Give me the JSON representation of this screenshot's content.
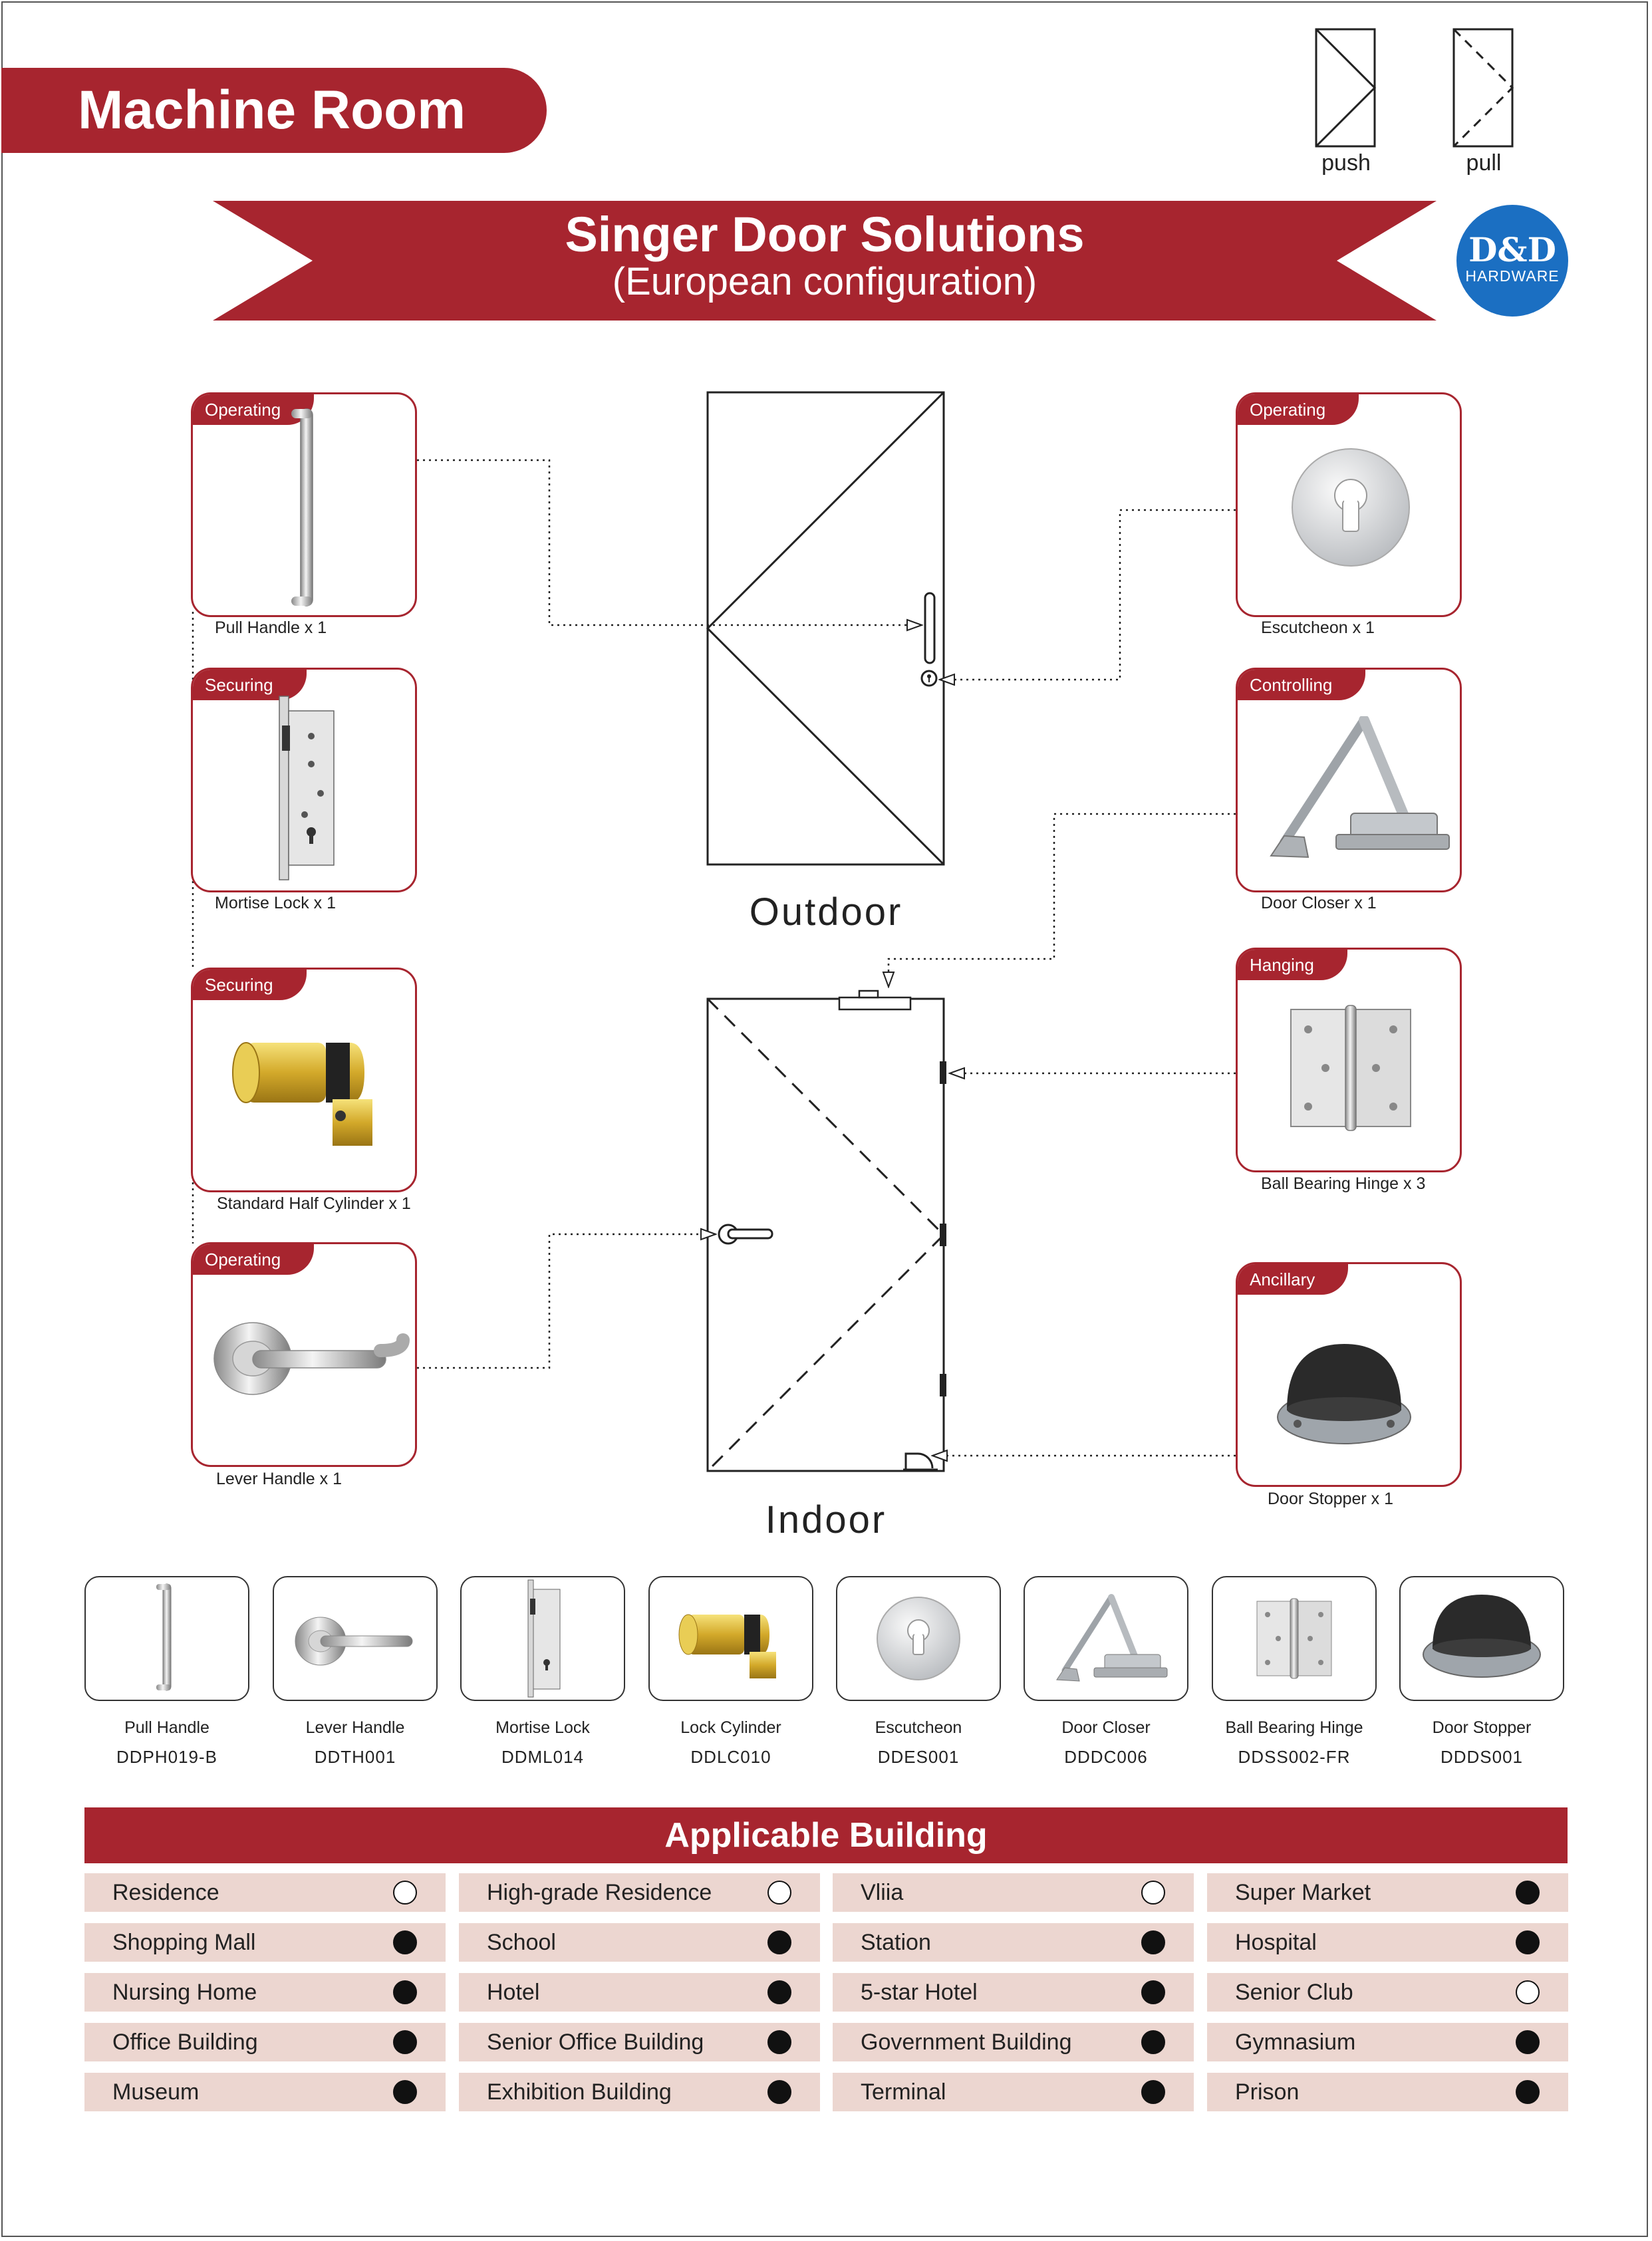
{
  "page_title": "Machine Room",
  "banner": {
    "title": "Singer Door Solutions",
    "subtitle": "(European configuration)"
  },
  "logo": {
    "main": "D&D",
    "sub": "HARDWARE",
    "color": "#1b6fc2"
  },
  "legend": {
    "push": "push",
    "pull": "pull"
  },
  "doors": {
    "outdoor": "Outdoor",
    "indoor": "Indoor"
  },
  "accent_color": "#a7252f",
  "cards": [
    {
      "id": "pull-handle",
      "category": "Operating",
      "caption": "Pull Handle x 1",
      "icon": "pull-handle-icon"
    },
    {
      "id": "mortise-lock",
      "category": "Securing",
      "caption": "Mortise Lock x 1",
      "icon": "mortise-lock-icon"
    },
    {
      "id": "half-cylinder",
      "category": "Securing",
      "caption": "Standard Half Cylinder x 1",
      "icon": "lock-cylinder-icon"
    },
    {
      "id": "lever-handle",
      "category": "Operating",
      "caption": "Lever Handle x 1",
      "icon": "lever-handle-icon"
    },
    {
      "id": "escutcheon",
      "category": "Operating",
      "caption": "Escutcheon x 1",
      "icon": "escutcheon-icon"
    },
    {
      "id": "door-closer",
      "category": "Controlling",
      "caption": "Door Closer x 1",
      "icon": "door-closer-icon"
    },
    {
      "id": "hinge",
      "category": "Hanging",
      "caption": "Ball Bearing Hinge x 3",
      "icon": "hinge-icon"
    },
    {
      "id": "door-stopper",
      "category": "Ancillary",
      "caption": "Door Stopper x 1",
      "icon": "door-stopper-icon"
    }
  ],
  "products": [
    {
      "name": "Pull Handle",
      "code": "DDPH019-B",
      "icon": "pull-handle-icon"
    },
    {
      "name": "Lever Handle",
      "code": "DDTH001",
      "icon": "lever-handle-icon"
    },
    {
      "name": "Mortise Lock",
      "code": "DDML014",
      "icon": "mortise-lock-icon"
    },
    {
      "name": "Lock Cylinder",
      "code": "DDLC010",
      "icon": "lock-cylinder-icon"
    },
    {
      "name": "Escutcheon",
      "code": "DDES001",
      "icon": "escutcheon-icon"
    },
    {
      "name": "Door Closer",
      "code": "DDDC006",
      "icon": "door-closer-icon"
    },
    {
      "name": "Ball Bearing Hinge",
      "code": "DDSS002-FR",
      "icon": "hinge-icon"
    },
    {
      "name": "Door Stopper",
      "code": "DDDS001",
      "icon": "door-stopper-icon"
    }
  ],
  "applicable": {
    "header": "Applicable Building",
    "rows": [
      [
        {
          "name": "Residence",
          "applicable": false
        },
        {
          "name": "High-grade Residence",
          "applicable": false
        },
        {
          "name": "Vliia",
          "applicable": false
        },
        {
          "name": "Super Market",
          "applicable": true
        }
      ],
      [
        {
          "name": "Shopping Mall",
          "applicable": true
        },
        {
          "name": "School",
          "applicable": true
        },
        {
          "name": "Station",
          "applicable": true
        },
        {
          "name": "Hospital",
          "applicable": true
        }
      ],
      [
        {
          "name": "Nursing Home",
          "applicable": true
        },
        {
          "name": "Hotel",
          "applicable": true
        },
        {
          "name": "5-star Hotel",
          "applicable": true
        },
        {
          "name": "Senior Club",
          "applicable": false
        }
      ],
      [
        {
          "name": "Office Building",
          "applicable": true
        },
        {
          "name": "Senior Office Building",
          "applicable": true
        },
        {
          "name": "Government Building",
          "applicable": true
        },
        {
          "name": "Gymnasium",
          "applicable": true
        }
      ],
      [
        {
          "name": "Museum",
          "applicable": true
        },
        {
          "name": "Exhibition Building",
          "applicable": true
        },
        {
          "name": "Terminal",
          "applicable": true
        },
        {
          "name": "Prison",
          "applicable": true
        }
      ]
    ]
  }
}
